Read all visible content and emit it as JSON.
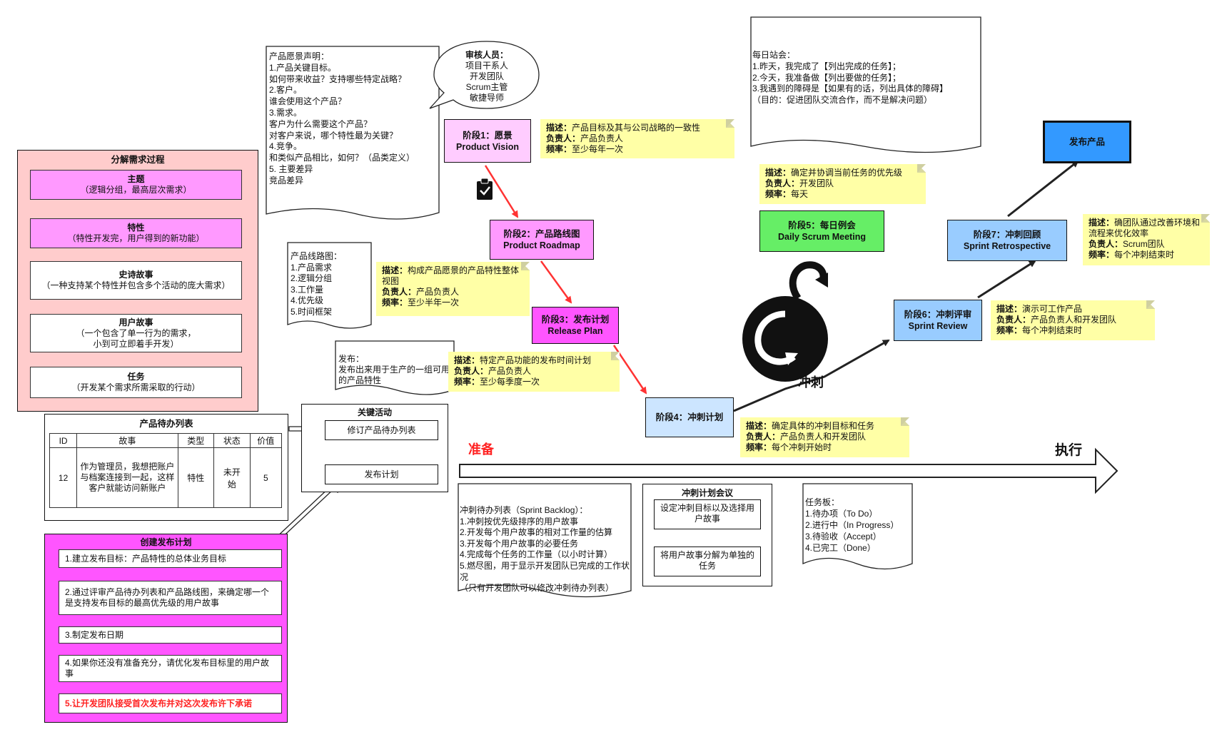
{
  "breakdown": {
    "title": "分解需求过程",
    "items": [
      {
        "title": "主题",
        "desc": "（逻辑分组，最高层次需求）"
      },
      {
        "title": "特性",
        "desc": "（特性开发完，用户得到的新功能）"
      },
      {
        "title": "史诗故事",
        "desc": "（一种支持某个特性并包含多个活动的庞大需求）"
      },
      {
        "title": "用户故事",
        "desc": "（一个包含了单一行为的需求，\n小到可立即着手开发）"
      },
      {
        "title": "任务",
        "desc": "（开发某个需求所需采取的行动）"
      }
    ]
  },
  "backlog": {
    "title": "产品待办列表",
    "headers": [
      "ID",
      "故事",
      "类型",
      "状态",
      "价值"
    ],
    "row": [
      "12",
      "作为管理员，我想把账户与档案连接到一起，这样客户就能访问新账户",
      "特性",
      "未开始",
      "5"
    ]
  },
  "key_activities": {
    "title": "关键活动",
    "items": [
      "修订产品待办列表",
      "发布计划"
    ]
  },
  "release_plan": {
    "title": "创建发布计划",
    "steps": [
      "1.建立发布目标：产品特性的总体业务目标",
      "2.通过评审产品待办列表和产品路线图，来确定哪一个是支持发布目标的最高优先级的用户故事",
      "3.制定发布日期",
      "4.如果你还没有准备充分，请优化发布目标里的用户故事",
      "5.让开发团队接受首次发布并对这次发布许下承诺"
    ]
  },
  "vision_statement": {
    "text": "产品愿景声明：\n1.产品关键目标。\n  如何带来收益？支持哪些特定战略？\n2.客户。\n  谁会使用这个产品？\n3.需求。\n  客户为什么需要这个产品？\n  对客户来说，哪个特性最为关键？\n4.竞争。\n  和类似产品相比，如何？（品类定义）\n5. 主要差异\n  竞品差异"
  },
  "reviewers": {
    "title": "审核人员：",
    "lines": "项目干系人\n开发团队\nScrum主管\n敏捷导师"
  },
  "roadmap_note": {
    "text": "产品线路图：\n1.产品需求\n2.逻辑分组\n3.工作量\n4.优先级\n5.时间框架"
  },
  "release_note": {
    "text": "发布：\n发布出来用于生产的一组可用的产品特性"
  },
  "daily_note": {
    "text": "每日站会：\n1.昨天，我完成了【列出完成的任务】；\n2.今天，我准备做【列出要做的任务】；\n3.我遇到的障碍是【如果有的话，列出具体的障碍】\n（目的：促进团队交流合作，而不是解决问题）"
  },
  "phases": {
    "p1": {
      "cn": "阶段1：愿景",
      "en": "Product Vision"
    },
    "p2": {
      "cn": "阶段2：产品路线图",
      "en": "Product Roadmap"
    },
    "p3": {
      "cn": "阶段3：发布计划",
      "en": "Release Plan"
    },
    "p4": {
      "cn": "阶段4：冲刺计划",
      "en": ""
    },
    "p5": {
      "cn": "阶段5：每日例会",
      "en": "Daily Scrum Meeting"
    },
    "p6": {
      "cn": "阶段6：冲刺评审",
      "en": "Sprint Review"
    },
    "p7": {
      "cn": "阶段7：冲刺回顾",
      "en": "Sprint Retrospective"
    },
    "final": {
      "cn": "发布产品"
    }
  },
  "labels": {
    "desc": "描述：",
    "owner": "负责人：",
    "freq": "频率："
  },
  "notes": {
    "n1": {
      "desc": "产品目标及其与公司战略的一致性",
      "owner": "产品负责人",
      "freq": "至少每年一次"
    },
    "n2": {
      "desc": "构成产品愿景的产品特性整体视图",
      "owner": "产品负责人",
      "freq": "至少半年一次"
    },
    "n3": {
      "desc": "特定产品功能的发布时间计划",
      "owner": "产品负责人",
      "freq": "至少每季度一次"
    },
    "n4": {
      "desc": "确定具体的冲刺目标和任务",
      "owner": "产品负责人和开发团队",
      "freq": "每个冲刺开始时"
    },
    "n5": {
      "desc": "确定并协调当前任务的优先级",
      "owner": "开发团队",
      "freq": "每天"
    },
    "n6": {
      "desc": "演示可工作产品",
      "owner": "产品负责人和开发团队",
      "freq": "每个冲刺结束时"
    },
    "n7": {
      "desc": "确团队通过改善环境和流程来优化效率",
      "owner": "Scrum团队",
      "freq": "每个冲刺结束时"
    }
  },
  "sprint_label": "冲刺",
  "arrow": {
    "left": "准备",
    "right": "执行"
  },
  "sprint_backlog": {
    "text": "冲刺待办列表（Sprint Backlog）：\n1.冲刺按优先级排序的用户故事\n2.开发每个用户故事的相对工作量的估算\n3.开发每个用户故事的必要任务\n4.完成每个任务的工作量（以小时计算）\n5.燃尽图，用于显示开发团队已完成的工作状况\n（只有开发团队可以修改冲刺待办列表）"
  },
  "sprint_meeting": {
    "title": "冲刺计划会议",
    "items": [
      "设定冲刺目标以及选择用户故事",
      "将用户故事分解为单独的任务"
    ]
  },
  "task_board": {
    "text": "任务板：\n1.待办项（To Do）\n2.进行中（In Progress）\n3.待验收（Accept）\n4.已完工（Done）"
  },
  "colors": {
    "pink_bg": "#ffcccc",
    "magenta": "#ff99ff",
    "magenta_dark": "#ff55ff",
    "note_yellow": "#ffffa6",
    "phase_blue": "#99ccff",
    "green": "#66ee66",
    "final_blue": "#3399ff",
    "red_arrow": "#ff3333",
    "red_text": "#ff2222"
  },
  "icons": [
    "clipboard-check-icon",
    "sprint-cycle-icon"
  ]
}
